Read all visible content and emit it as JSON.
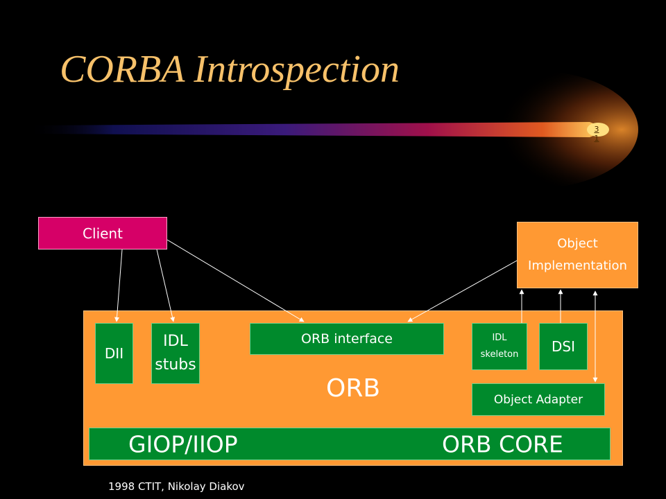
{
  "title": "CORBA Introspection",
  "slide_number": [
    "3",
    "1"
  ],
  "nodes": {
    "client": "Client",
    "object_implementation": [
      "Object",
      "Implementation"
    ],
    "dii": "DII",
    "idl_stubs": [
      "IDL",
      "stubs"
    ],
    "orb_interface": "ORB interface",
    "idl_skeleton": [
      "IDL",
      "skeleton"
    ],
    "dsi": "DSI",
    "object_adapter": "Object Adapter",
    "orb": "ORB",
    "giop_iiop": "GIOP/IIOP",
    "orb_core": "ORB CORE"
  },
  "footer": "1998 CTIT, Nikolay Diakov",
  "colors": {
    "background": "#000000",
    "title": "#f7c16a",
    "client": "#d60067",
    "panel": "#ff9933",
    "component": "#008a2c"
  }
}
